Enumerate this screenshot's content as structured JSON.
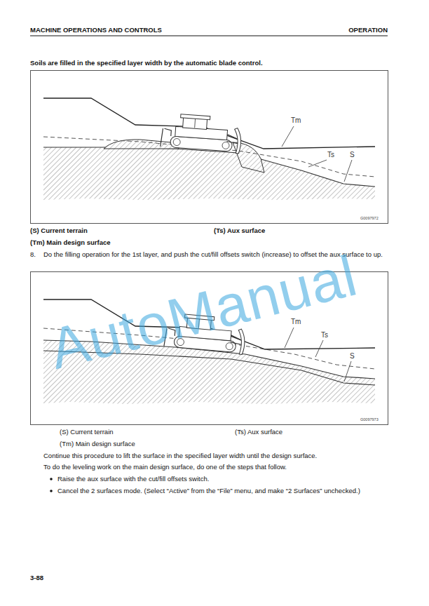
{
  "diagram": {
    "labels": [
      "MACHINE OPERATIONS AND CONTROLS",
      "OPERATION",
      "Soils are filled in the specified layer width by the automatic blade control.",
      "Tm",
      "Ts",
      "S",
      "G0097972",
      "(S) Current terrain",
      "(Ts) Aux surface",
      "(Tm) Main design surface",
      "8.",
      "Do the filling operation for the 1st layer, and push the cut/fill offsets switch (increase) to offset the aux surface to up.",
      "Tm",
      "Ts",
      "S",
      "G0097973",
      "(S) Current terrain",
      "(Ts) Aux surface",
      "(Tm) Main design surface",
      "Continue this procedure to lift the surface in the specified layer width until the design surface.",
      "To do the leveling work on the main design surface, do one of the steps that follow.",
      "Raise the aux surface with the cut/fill offsets switch.",
      "Cancel the 2 surfaces mode. (Select “Active” from the “File” menu, and make “2 Surfaces” unchecked.)",
      "3-88",
      "AutoManual"
    ]
  }
}
